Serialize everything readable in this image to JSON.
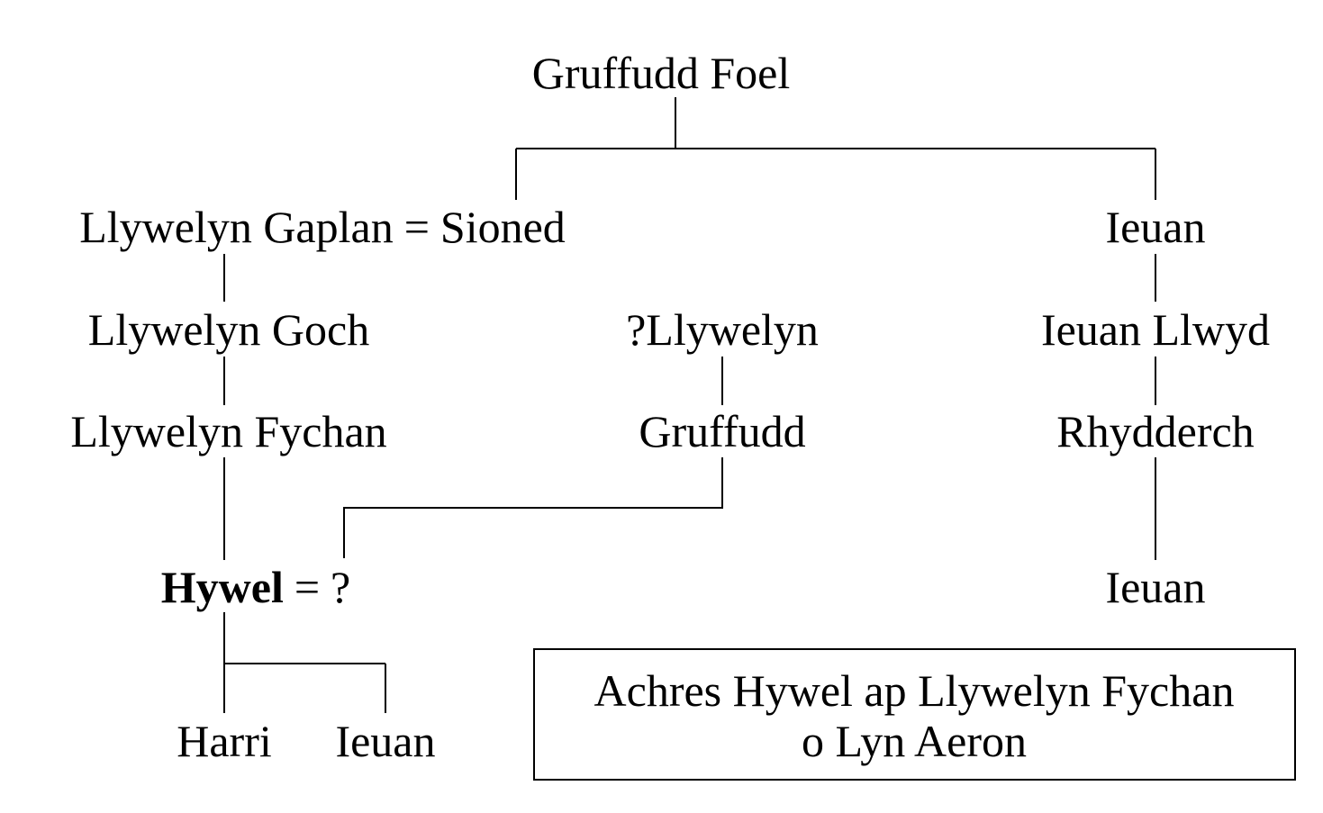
{
  "diagram": {
    "root": "Gruffudd Foel",
    "llywelyn_gaplan": "Llywelyn Gaplan",
    "marriage_sign": "=",
    "sioned": "Sioned",
    "ieuan_1": "Ieuan",
    "llywelyn_goch": "Llywelyn Goch",
    "q_llywelyn": "?Llywelyn",
    "ieuan_llwyd": "Ieuan Llwyd",
    "llywelyn_fychan": "Llywelyn Fychan",
    "gruffudd": "Gruffudd",
    "rhydderch": "Rhydderch",
    "hywel": "Hywel",
    "spouse_unknown": "?",
    "ieuan_2": "Ieuan",
    "harri": "Harri",
    "ieuan_3": "Ieuan",
    "caption_line1": "Achres Hywel ap Llywelyn Fychan",
    "caption_line2": "o Lyn Aeron"
  },
  "colors": {
    "ink": "#000000",
    "background": "#ffffff"
  }
}
